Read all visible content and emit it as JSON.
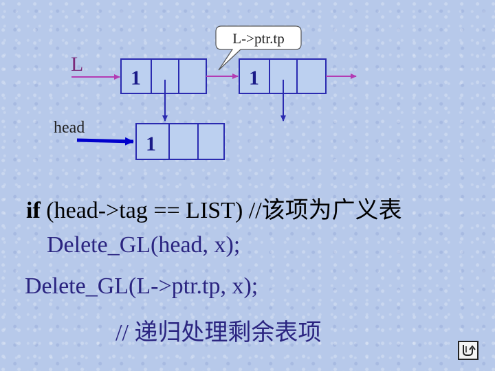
{
  "callout": {
    "text": "L->ptr.tp"
  },
  "labels": {
    "L": "L",
    "head": "head"
  },
  "nodes": [
    {
      "id": "node-top-left",
      "tag": "1"
    },
    {
      "id": "node-top-right",
      "tag": "1"
    },
    {
      "id": "node-bottom",
      "tag": "1"
    }
  ],
  "code": {
    "line1_keyword": "if",
    "line1_rest": " (head->tag == LIST) //该项为广义表",
    "line2": "Delete_GL(head, x);",
    "line3": "Delete_GL(L->ptr.tp, x);",
    "line4": "// 递归处理剩余表项"
  },
  "colors": {
    "node_border": "#2a2ab0",
    "node_fill": "#bcd0f0",
    "arrow_L": "#b33bb3",
    "arrow_head": "#0000cc",
    "text_dark": "#2a2480"
  },
  "icons": {
    "nav": "return-arrow-icon"
  }
}
